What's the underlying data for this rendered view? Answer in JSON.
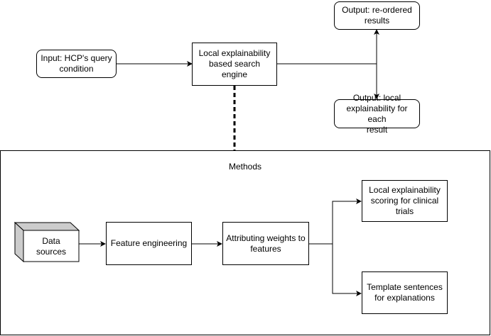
{
  "diagram": {
    "nodes": {
      "input": "Input: HCP's query\ncondition",
      "engine": "Local explainability\nbased search engine",
      "output_reordered": "Output: re-ordered\nresults",
      "output_explain": "Output: local\nexplainability for each\nresult",
      "feature_engineering": "Feature engineering",
      "attributing": "Attributing weights to\nfeatures",
      "scoring": "Local explainability\nscoring for clinical\ntrials",
      "templates": "Template sentences\nfor explanations",
      "data_sources": "Data\nsources"
    },
    "container_title": "Methods",
    "edges": [
      {
        "from": "input",
        "to": "engine"
      },
      {
        "from": "engine",
        "to": "output_reordered"
      },
      {
        "from": "engine",
        "to": "output_explain"
      },
      {
        "from": "engine",
        "to": "methods",
        "style": "dashed"
      },
      {
        "from": "data_sources",
        "to": "feature_engineering"
      },
      {
        "from": "feature_engineering",
        "to": "attributing"
      },
      {
        "from": "attributing",
        "to": "scoring"
      },
      {
        "from": "attributing",
        "to": "templates"
      }
    ],
    "colors": {
      "stroke": "#000000",
      "fill": "#ffffff",
      "cube_face": "#cccccc"
    }
  }
}
